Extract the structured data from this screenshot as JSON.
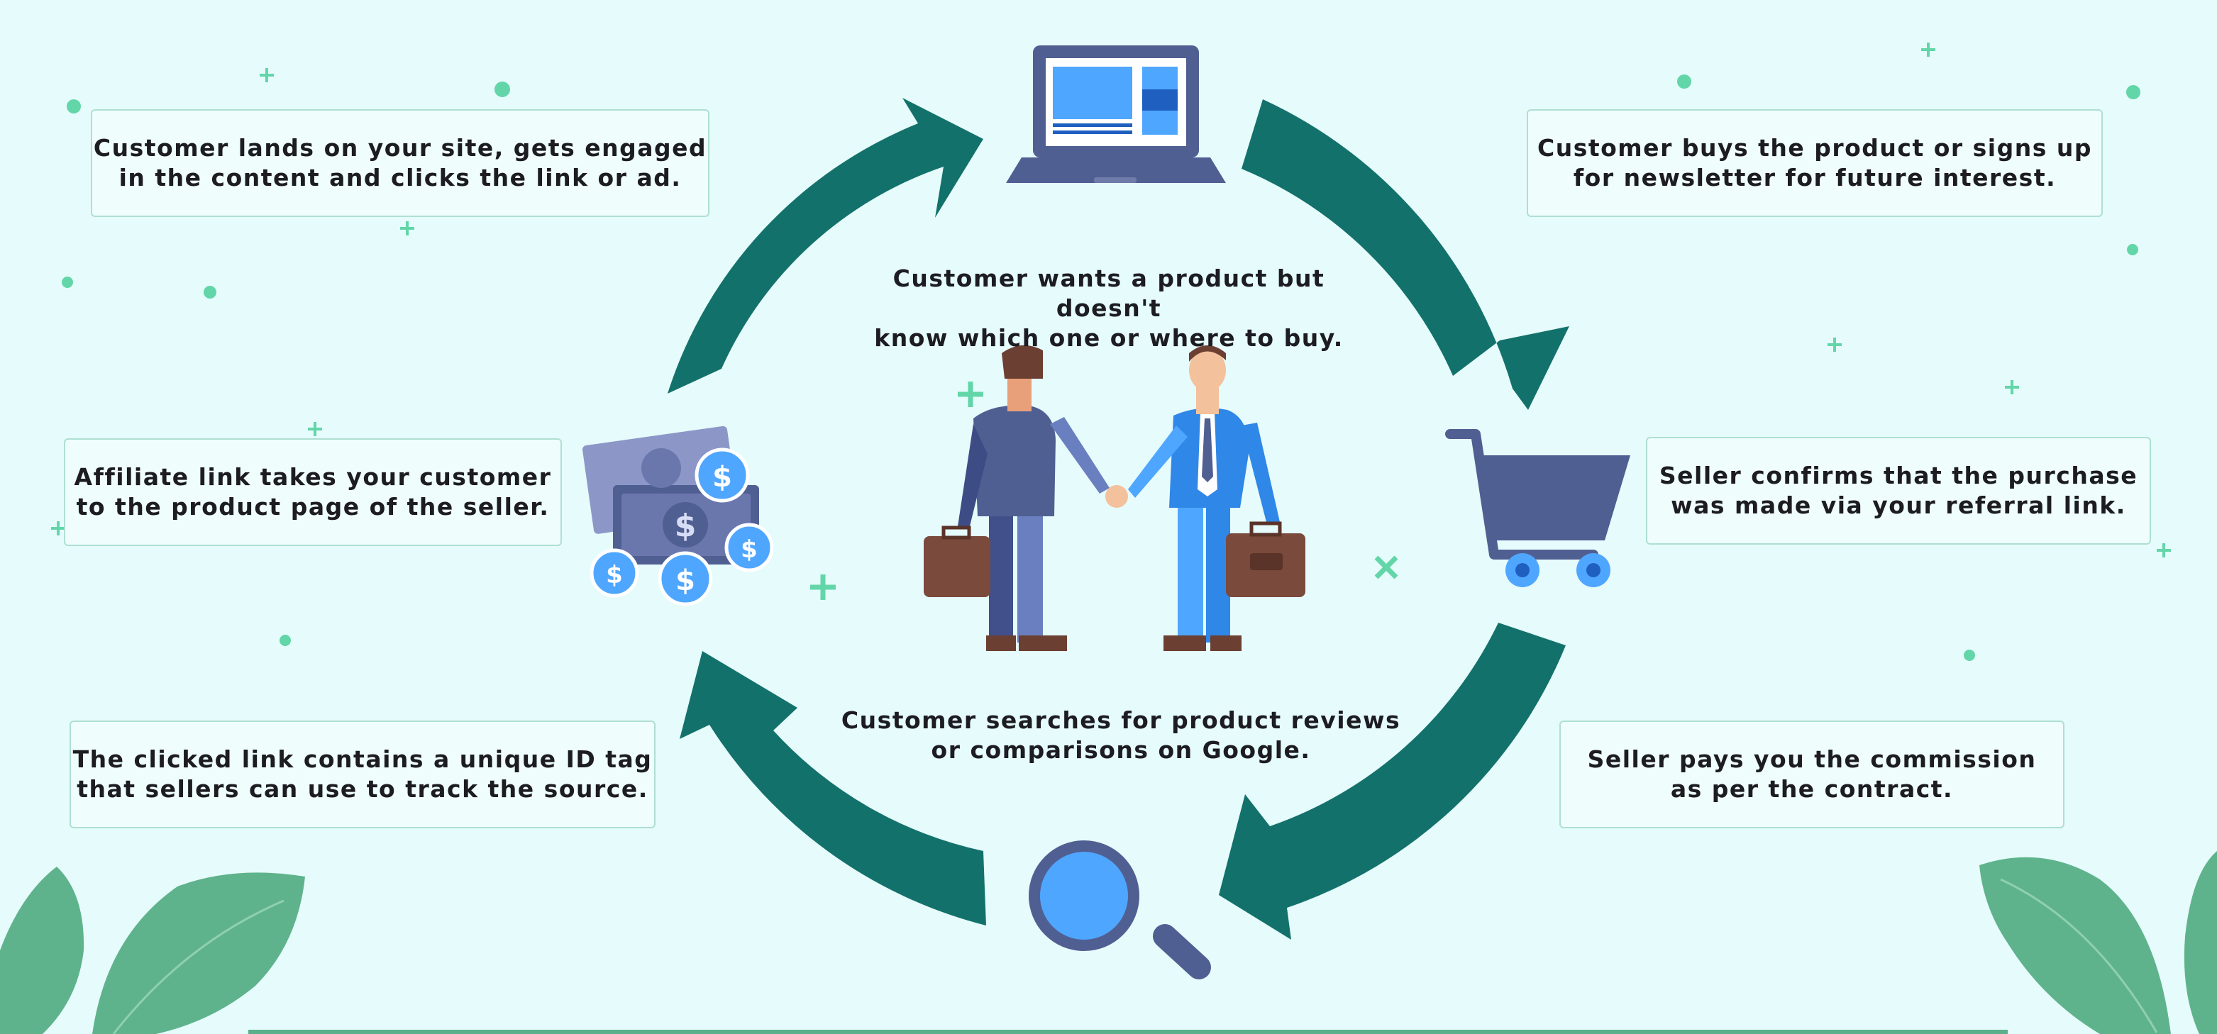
{
  "center": {
    "top_text": "Customer wants a product but doesn't\nknow which one or where to buy.",
    "bottom_text": "Customer searches for product reviews\nor comparisons on Google."
  },
  "steps": {
    "lands": "Customer lands on your site, gets engaged\nin the content and clicks the link or ad.",
    "buys": "Customer buys the product or signs up\nfor newsletter for future interest.",
    "affiliate": "Affiliate link takes your customer\nto the product page of the seller.",
    "confirms": "Seller confirms that the purchase\nwas made via your referral link.",
    "clicked": "The clicked link contains a unique ID tag\nthat sellers can use to track the source.",
    "pays": "Seller pays you the commission\nas per the contract."
  },
  "colors": {
    "background": "#e6fbfb",
    "arrow": "#13716b",
    "box_border": "#aee0d2",
    "accent_blue": "#4fa6ff",
    "navy": "#505f92",
    "leaf": "#5fb38c"
  },
  "icons": [
    "laptop-icon",
    "shopping-cart-icon",
    "magnifier-icon",
    "money-icon",
    "handshake-illustration",
    "leaf-decoration"
  ]
}
